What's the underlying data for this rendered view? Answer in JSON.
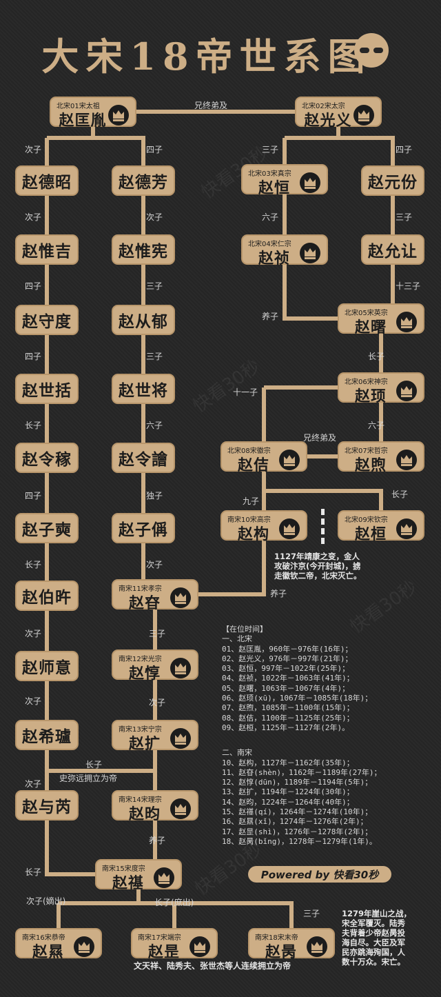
{
  "title": "大宋18帝世系图",
  "logo": "smiley-logo-icon",
  "accent_color": "#cdae86",
  "background_color": "#262626",
  "emperors": [
    {
      "id": "e01",
      "label": "北宋01宋太祖",
      "name": "赵匡胤"
    },
    {
      "id": "e02",
      "label": "北宋02宋太宗",
      "name": "赵光义"
    },
    {
      "id": "e03",
      "label": "北宋03宋真宗",
      "name": "赵恒"
    },
    {
      "id": "e04",
      "label": "北宋04宋仁宗",
      "name": "赵祯"
    },
    {
      "id": "e05",
      "label": "北宋05宋英宗",
      "name": "赵曙"
    },
    {
      "id": "e06",
      "label": "北宋06宋神宗",
      "name": "赵顼"
    },
    {
      "id": "e07",
      "label": "北宋07宋哲宗",
      "name": "赵煦"
    },
    {
      "id": "e08",
      "label": "北宋08宋徽宗",
      "name": "赵佶"
    },
    {
      "id": "e09",
      "label": "北宋09宋钦宗",
      "name": "赵桓"
    },
    {
      "id": "e10",
      "label": "南宋10宋高宗",
      "name": "赵构"
    },
    {
      "id": "e11",
      "label": "南宋11宋孝宗",
      "name": "赵昚"
    },
    {
      "id": "e12",
      "label": "南宋12宋光宗",
      "name": "赵惇"
    },
    {
      "id": "e13",
      "label": "南宋13宋宁宗",
      "name": "赵扩"
    },
    {
      "id": "e14",
      "label": "南宋14宋理宗",
      "name": "赵昀"
    },
    {
      "id": "e15",
      "label": "南宋15宋度宗",
      "name": "赵禥"
    },
    {
      "id": "e16",
      "label": "南宋16宋恭帝",
      "name": "赵㬎"
    },
    {
      "id": "e17",
      "label": "南宋17宋端宗",
      "name": "赵昰"
    },
    {
      "id": "e18",
      "label": "南宋18宋末帝",
      "name": "赵昺"
    }
  ],
  "ancestors": [
    {
      "id": "a1",
      "name": "赵德昭"
    },
    {
      "id": "a2",
      "name": "赵惟吉"
    },
    {
      "id": "a3",
      "name": "赵守度"
    },
    {
      "id": "a4",
      "name": "赵世括"
    },
    {
      "id": "a5",
      "name": "赵令稼"
    },
    {
      "id": "a6",
      "name": "赵子奭"
    },
    {
      "id": "a7",
      "name": "赵伯旿"
    },
    {
      "id": "a8",
      "name": "赵师意"
    },
    {
      "id": "a9",
      "name": "赵希瓐"
    },
    {
      "id": "a10",
      "name": "赵与芮"
    },
    {
      "id": "b1",
      "name": "赵德芳"
    },
    {
      "id": "b2",
      "name": "赵惟宪"
    },
    {
      "id": "b3",
      "name": "赵从郁"
    },
    {
      "id": "b4",
      "name": "赵世将"
    },
    {
      "id": "b5",
      "name": "赵令譮"
    },
    {
      "id": "b6",
      "name": "赵子偁"
    },
    {
      "id": "c1",
      "name": "赵元份"
    },
    {
      "id": "c2",
      "name": "赵允让"
    }
  ],
  "relations": [
    {
      "id": "r1",
      "text": "兄终弟及"
    },
    {
      "id": "r2",
      "text": "次子"
    },
    {
      "id": "r3",
      "text": "四子"
    },
    {
      "id": "r4",
      "text": "三子"
    },
    {
      "id": "r5",
      "text": "四子"
    },
    {
      "id": "r6",
      "text": "次子"
    },
    {
      "id": "r7",
      "text": "次子"
    },
    {
      "id": "r8",
      "text": "六子"
    },
    {
      "id": "r9",
      "text": "三子"
    },
    {
      "id": "r10",
      "text": "四子"
    },
    {
      "id": "r11",
      "text": "三子"
    },
    {
      "id": "r12",
      "text": "十三子"
    },
    {
      "id": "r13",
      "text": "养子"
    },
    {
      "id": "r14",
      "text": "四子"
    },
    {
      "id": "r15",
      "text": "三子"
    },
    {
      "id": "r16",
      "text": "长子"
    },
    {
      "id": "r17",
      "text": "长子"
    },
    {
      "id": "r18",
      "text": "六子"
    },
    {
      "id": "r19",
      "text": "十一子"
    },
    {
      "id": "r20",
      "text": "六子"
    },
    {
      "id": "r21",
      "text": "兄终弟及"
    },
    {
      "id": "r22",
      "text": "四子"
    },
    {
      "id": "r23",
      "text": "独子"
    },
    {
      "id": "r24",
      "text": "九子"
    },
    {
      "id": "r25",
      "text": "长子"
    },
    {
      "id": "r26",
      "text": "长子"
    },
    {
      "id": "r27",
      "text": "次子"
    },
    {
      "id": "r28",
      "text": "养子"
    },
    {
      "id": "r29",
      "text": "次子"
    },
    {
      "id": "r30",
      "text": "三子"
    },
    {
      "id": "r31",
      "text": "次子"
    },
    {
      "id": "r32",
      "text": "次子"
    },
    {
      "id": "r33",
      "text": "长子"
    },
    {
      "id": "r34",
      "text": "史弥远拥立为帝"
    },
    {
      "id": "r35",
      "text": "次子"
    },
    {
      "id": "r36",
      "text": "养子"
    },
    {
      "id": "r37",
      "text": "长子"
    },
    {
      "id": "r38",
      "text": "次子(嫡出)"
    },
    {
      "id": "r39",
      "text": "长子(庶出)"
    },
    {
      "id": "r40",
      "text": "三子"
    }
  ],
  "notes": {
    "jingkang": [
      "1127年靖康之变，金人",
      "攻破汴京(今开封城)，掳",
      "走徽钦二帝，北宋灭亡。"
    ],
    "yashan": [
      "1279年崖山之战，",
      "宋全军覆灭。陆秀",
      "夫背着少帝赵昺投",
      "海自尽。大臣及军",
      "民亦跳海殉国，人",
      "数十万众。宋亡。"
    ],
    "bottom": "文天祥、陆秀夫、张世杰等人连续拥立为帝"
  },
  "tenure": {
    "heading": "【在位时间】",
    "north_title": "一、北宋",
    "north": [
      "01、赵匡胤，960年－976年(16年)；",
      "02、赵光义，976年－997年(21年)；",
      "03、赵恒，997年－1022年(25年)；",
      "04、赵祯，1022年－1063年(41年)；",
      "05、赵曙，1063年－1067年(4年)；",
      "06、赵顼(xū)，1067年－1085年(18年)；",
      "07、赵煦，1085年－1100年(15年)；",
      "08、赵佶，1100年－1125年(25年)；",
      "09、赵桓，1125年－1127年(2年)。"
    ],
    "south_title": "二、南宋",
    "south": [
      "10、赵构，1127年－1162年(35年)；",
      "11、赵昚(shèn)，1162年－1189年(27年)；",
      "12、赵惇(dūn)，1189年－1194年(5年)；",
      "13、赵扩，1194年－1224年(30年)；",
      "14、赵昀，1224年－1264年(40年)；",
      "15、赵禥(qí)，1264年－1274年(10年)；",
      "16、赵㬎(xǐ)，1274年－1276年(2年)；",
      "17、赵昰(shì)，1276年－1278年(2年)；",
      "18、赵昺(bǐng)，1278年－1279年(1年)。"
    ]
  },
  "powered_by": "Powered by 快看30秒",
  "watermark": "快看30秒",
  "crown_icon": "crown-icon"
}
